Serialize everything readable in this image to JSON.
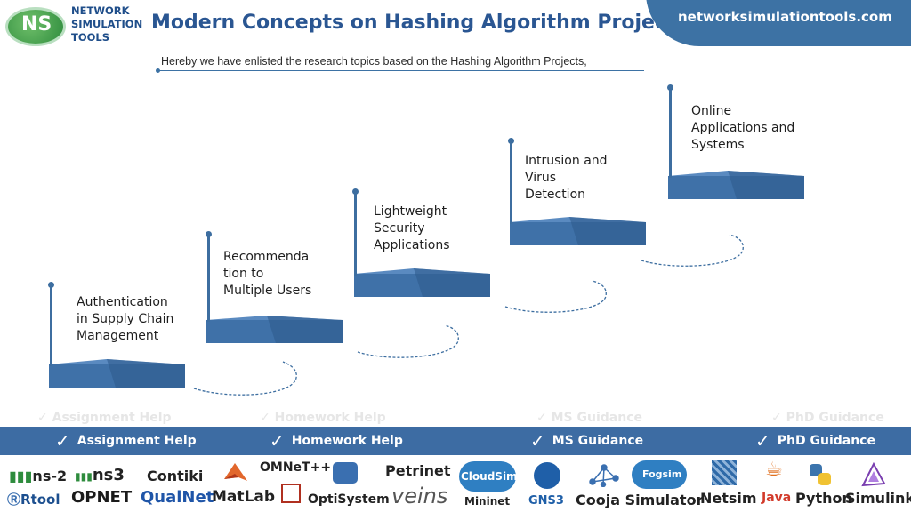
{
  "header": {
    "logo_lines": [
      "NETWORK",
      "SIMULATION",
      "TOOLS"
    ],
    "logo_initials": "NS",
    "title": "Modern Concepts on Hashing Algorithm Projects",
    "site": "networksimulationtools.com",
    "subtitle": "Hereby we have enlisted the research topics based on the Hashing Algorithm Projects,"
  },
  "steps": [
    {
      "lines": [
        "Authentication",
        "in Supply Chain",
        "Management"
      ]
    },
    {
      "lines": [
        "Recommenda",
        "tion to",
        "Multiple Users"
      ]
    },
    {
      "lines": [
        "Lightweight",
        "Security",
        "Applications"
      ]
    },
    {
      "lines": [
        "Intrusion and",
        "Virus",
        "Detection"
      ]
    },
    {
      "lines": [
        "Online",
        "Applications and",
        "Systems"
      ]
    }
  ],
  "guidance": [
    "Assignment Help",
    "Homework Help",
    "MS  Guidance",
    "PhD  Guidance"
  ],
  "tools": [
    "ns-2",
    "ns3",
    "Contiki",
    "OMNeT++",
    "Petrinet",
    "Rtool",
    "OPNET",
    "QualNet",
    "MatLab",
    "OptiSystem",
    "veins",
    "CloudSim",
    "Mininet",
    "GNS3",
    "Cooja Simulator",
    "Fogsim",
    "Netsim",
    "Java",
    "Python",
    "Simulink"
  ],
  "colors": {
    "brand_blue": "#3d72a4",
    "step_top": "#4e7fb8",
    "step_side": "#2f5a8c",
    "bar": "#3d6ca3"
  }
}
